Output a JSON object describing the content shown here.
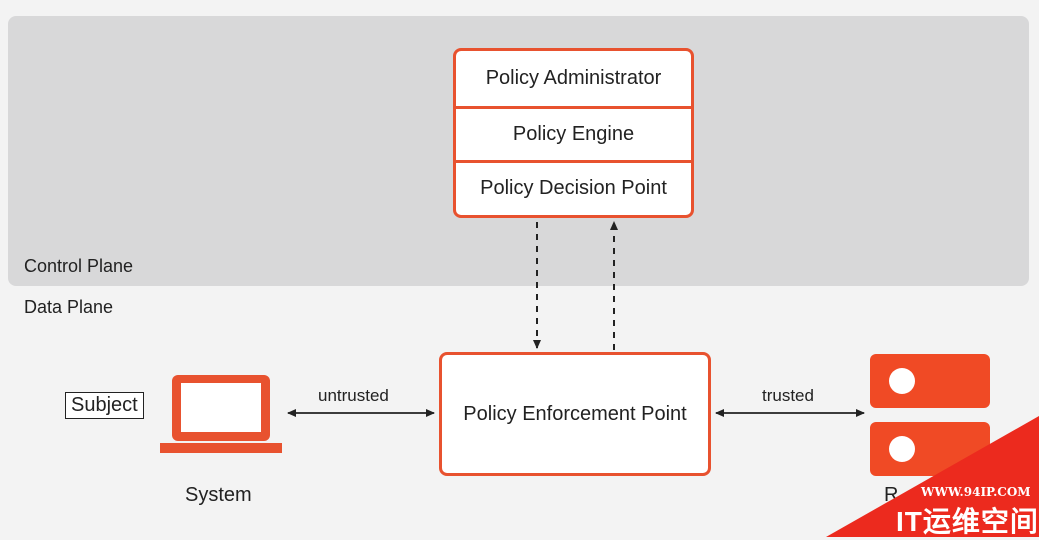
{
  "planes": {
    "control": "Control Plane",
    "data": "Data Plane"
  },
  "decision_stack": {
    "administrator": "Policy Administrator",
    "engine": "Policy Engine",
    "decision_point": "Policy Decision Point"
  },
  "enforcement_point": "Policy Enforcement Point",
  "subject": "Subject",
  "system": "System",
  "edges": {
    "untrusted": "untrusted",
    "trusted": "trusted"
  },
  "resource_partial": "R",
  "watermark": {
    "url": "WWW.94IP.COM",
    "name": "IT运维空间"
  },
  "colors": {
    "accent": "#e8522f",
    "control_plane_bg": "#d8d8d9",
    "page_bg": "#f3f3f3",
    "watermark_red": "#ec2a1e"
  },
  "icons": {
    "system": "laptop-icon",
    "resource": "server-icon"
  }
}
